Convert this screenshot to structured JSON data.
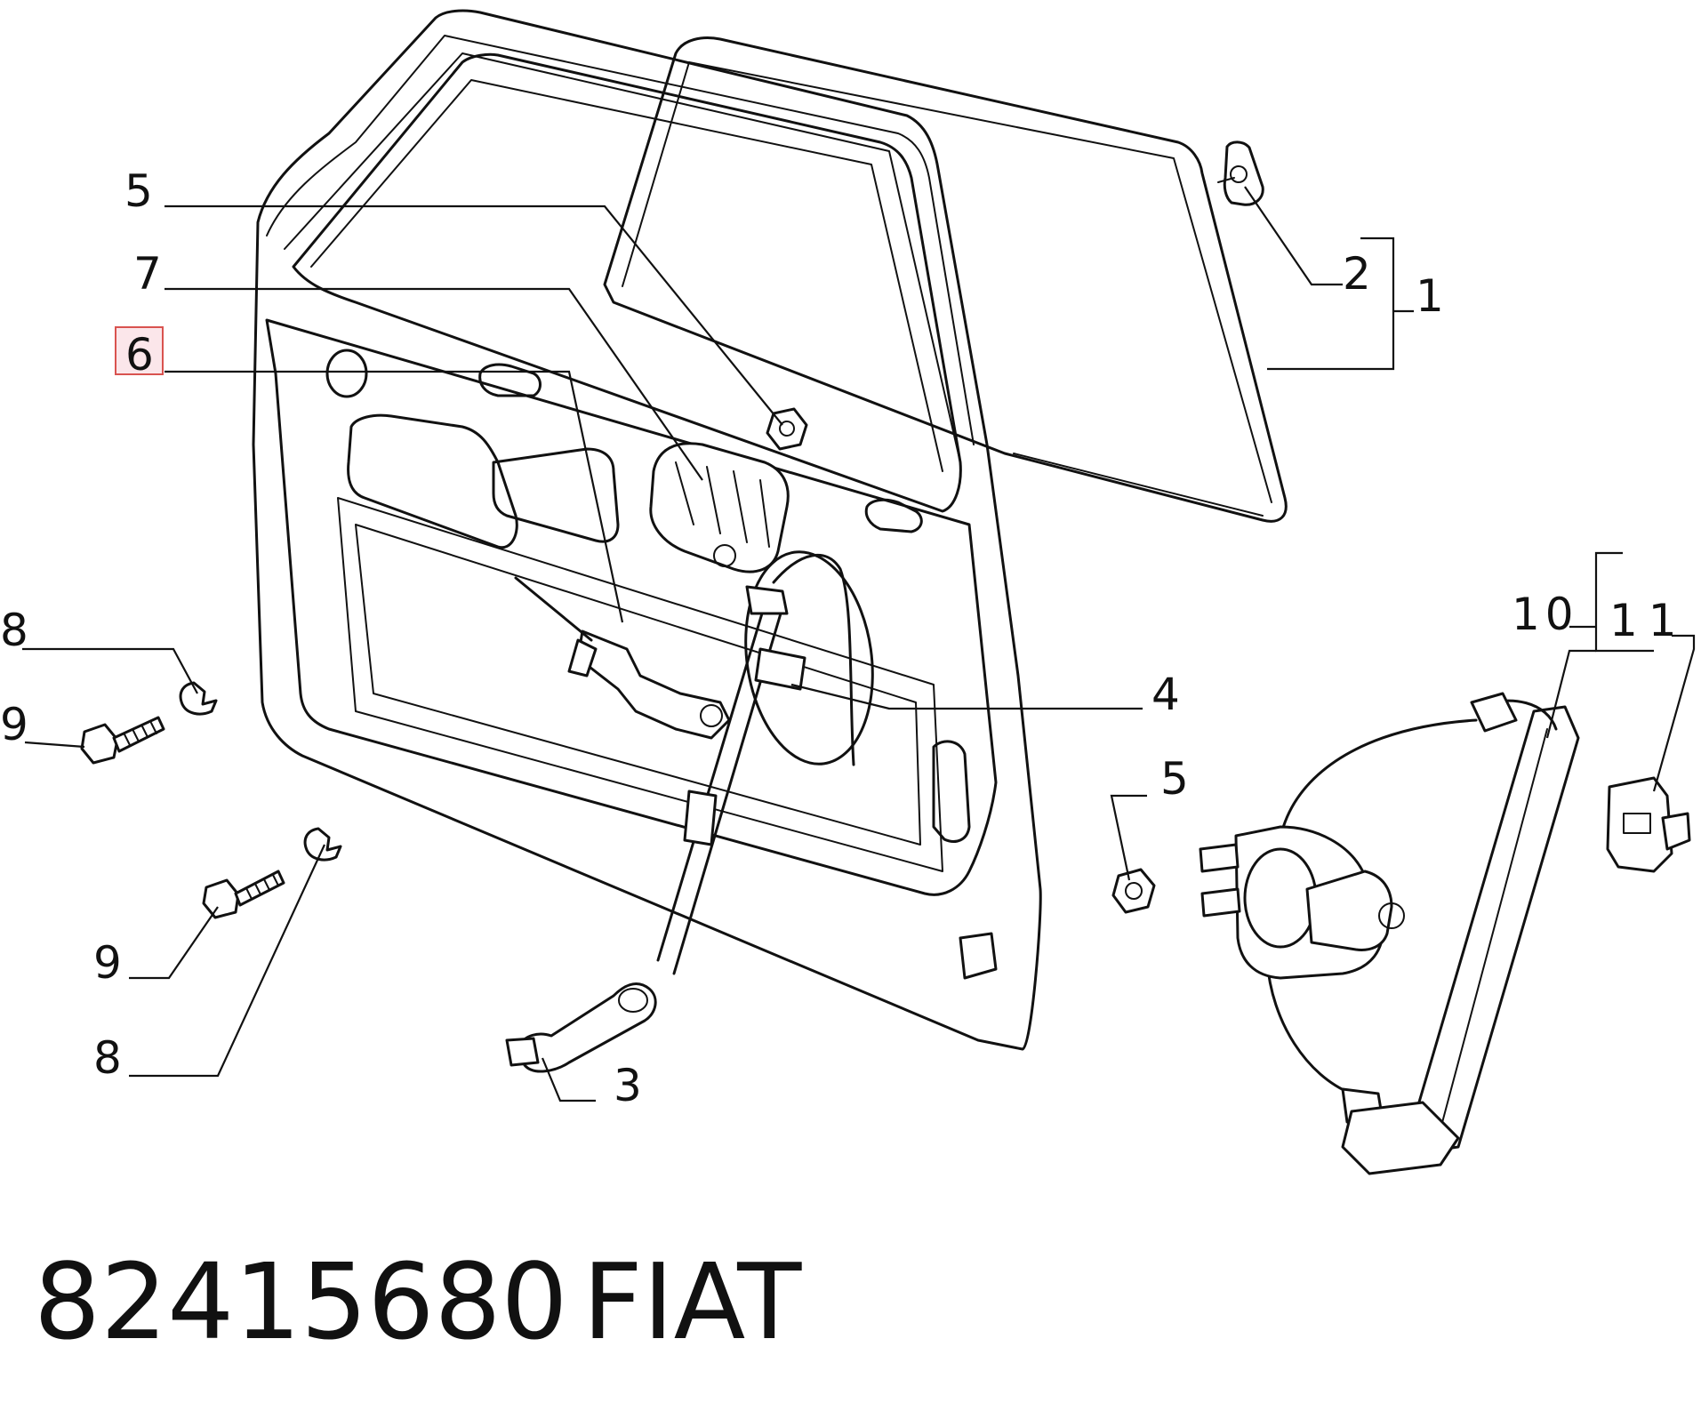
{
  "callouts": {
    "c1": "1",
    "c2": "2",
    "c3": "3",
    "c4": "4",
    "c5_top": "5",
    "c5_right": "5",
    "c6": "6",
    "c7": "7",
    "c8_top": "8",
    "c8_bottom": "8",
    "c9_top": "9",
    "c9_bottom": "9",
    "c10": "10",
    "c11": "11"
  },
  "highlighted_callout": "6",
  "caption": {
    "part_number": "82415680",
    "brand": "FIAT"
  },
  "colors": {
    "line": "#111111",
    "highlight_fill": "#fbe6ea",
    "highlight_stroke": "#d9534f"
  }
}
